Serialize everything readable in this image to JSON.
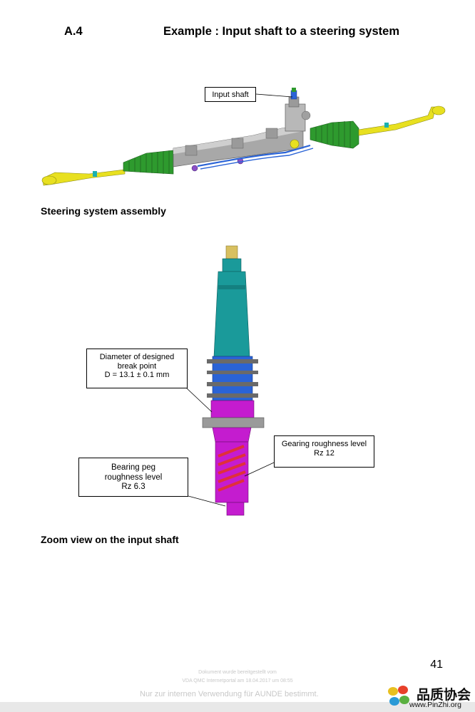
{
  "header": {
    "section": "A.4",
    "title": "Example : Input shaft to a steering system"
  },
  "figure1": {
    "callout": "Input shaft",
    "caption": "Steering system assembly"
  },
  "figure2": {
    "callout_break": [
      "Diameter of designed",
      "break point",
      "D = 13.1 ± 0.1 mm"
    ],
    "callout_gearing": [
      "Gearing roughness level",
      "Rz 12"
    ],
    "callout_bearing": [
      "Bearing peg",
      "roughness level",
      "Rz 6.3"
    ],
    "caption": "Zoom view on the input shaft"
  },
  "page_number": "41",
  "stamp": [
    "Dokument wurde bereitgestellt vom",
    "VDA QMC Internetportal am 18.04.2017 um 08:55"
  ],
  "usage_note": "Nur zur internen Verwendung für AUNDE bestimmt.",
  "logo": {
    "text": "品质协会",
    "url": "www.PinZhi.org"
  },
  "colors": {
    "teal": "#1a9a9a",
    "blue": "#2a63d6",
    "magenta": "#c41ccf",
    "red": "#e0303a",
    "green": "#2e9a2e",
    "yellow": "#e8e020",
    "gray": "#a8a8a8"
  }
}
